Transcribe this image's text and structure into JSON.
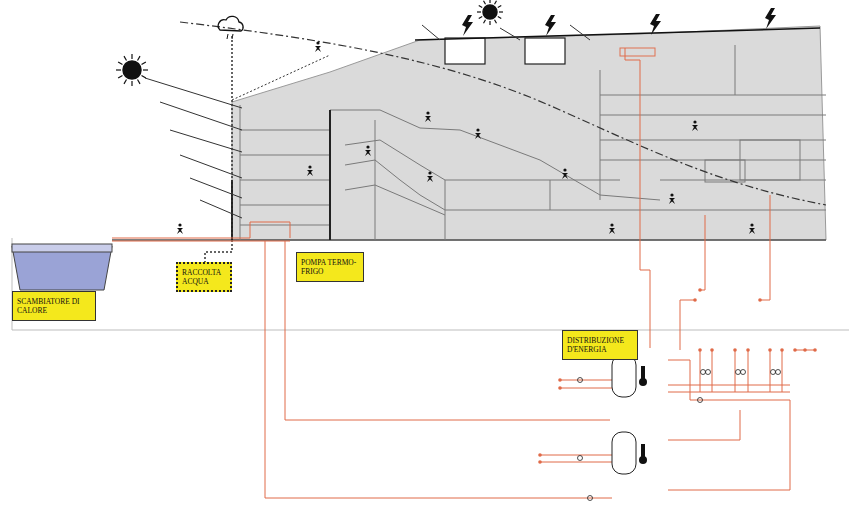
{
  "diagram": {
    "nodes": [
      {
        "text": [
          "SCAMBIATORE DI CALORE"
        ]
      },
      {
        "text": [
          "RACCOLTA ACQUA"
        ]
      },
      {
        "text": [
          "POMPA TERMO-FRIGO"
        ]
      },
      {
        "text": [
          "DISTRIBUZIONE D'ENERGIA"
        ]
      }
    ]
  }
}
